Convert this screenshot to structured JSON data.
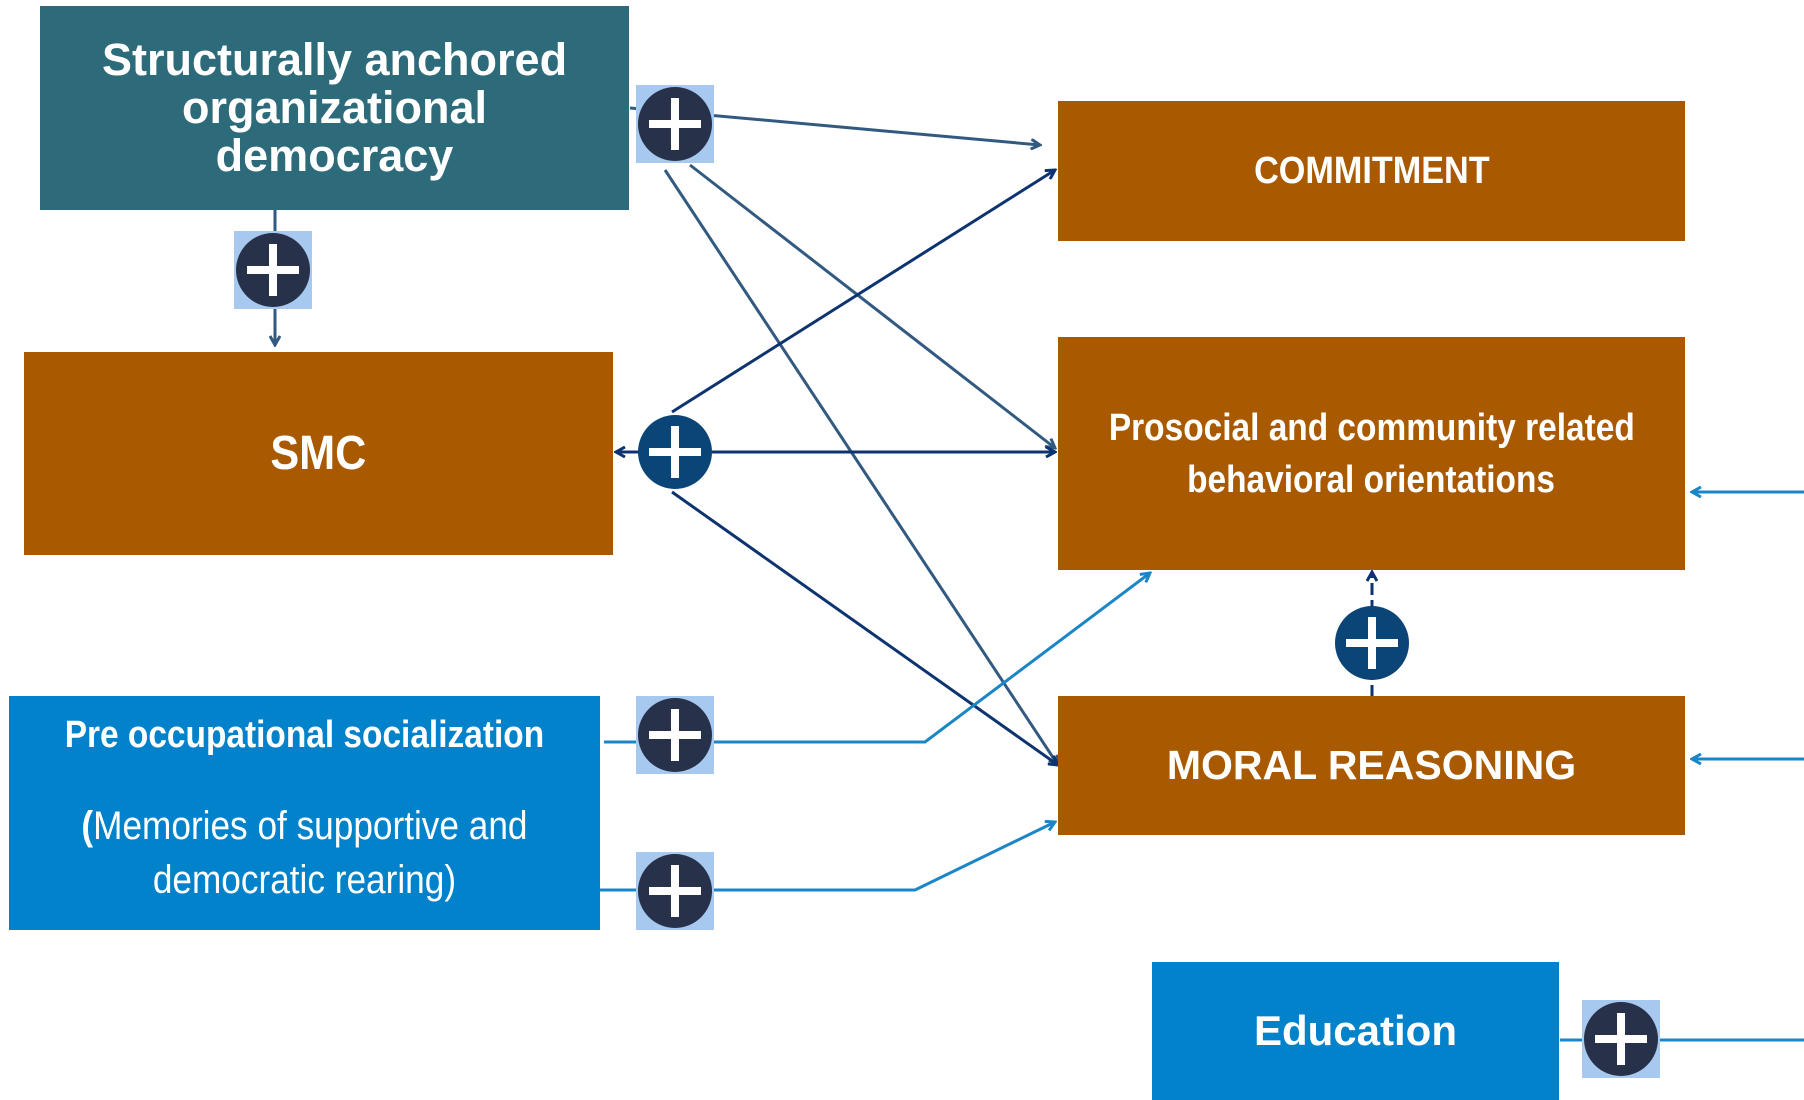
{
  "nodes": {
    "org_democracy": {
      "lines": [
        "Structurally anchored",
        "organizational",
        "democracy"
      ]
    },
    "commitment": {
      "label": "COMMITMENT"
    },
    "smc": {
      "label": "SMC"
    },
    "prosocial": {
      "lines": [
        "Prosocial and community related",
        "behavioral orientations"
      ]
    },
    "pre_occupational": {
      "title": "Pre occupational socialization",
      "paren_open": "(",
      "subtitle_lines": [
        "Memories of supportive and",
        "democratic rearing)"
      ]
    },
    "moral_reasoning": {
      "label": "MORAL REASONING"
    },
    "education": {
      "label": "Education"
    }
  },
  "edges": [
    {
      "from": "org_democracy",
      "to": "commitment",
      "sign": "+"
    },
    {
      "from": "org_democracy",
      "to": "prosocial",
      "sign": "+"
    },
    {
      "from": "org_democracy",
      "to": "moral_reasoning",
      "sign": "+"
    },
    {
      "from": "org_democracy",
      "to": "smc",
      "sign": "+"
    },
    {
      "from": "smc",
      "to": "commitment",
      "sign": "+"
    },
    {
      "from": "smc",
      "to": "prosocial",
      "sign": "+"
    },
    {
      "from": "smc",
      "to": "moral_reasoning",
      "sign": "+"
    },
    {
      "from": "pre_occupational",
      "to": "prosocial",
      "sign": "+"
    },
    {
      "from": "pre_occupational",
      "to": "moral_reasoning",
      "sign": "+"
    },
    {
      "from": "moral_reasoning",
      "to": "prosocial",
      "sign": "+"
    },
    {
      "from": "education",
      "to": "prosocial",
      "sign": "+"
    },
    {
      "from": "education",
      "to": "moral_reasoning",
      "sign": "+"
    }
  ],
  "colors": {
    "teal": "#2d6b7a",
    "orange": "#a95a00",
    "blue": "#0282cb",
    "arrow_dark": "#0d3470",
    "arrow_steel": "#325a80",
    "arrow_light": "#1a86c8",
    "plus_dark": "#27324a",
    "plus_navy": "#0b4577",
    "plus_highlight": "#a7c8ef"
  }
}
